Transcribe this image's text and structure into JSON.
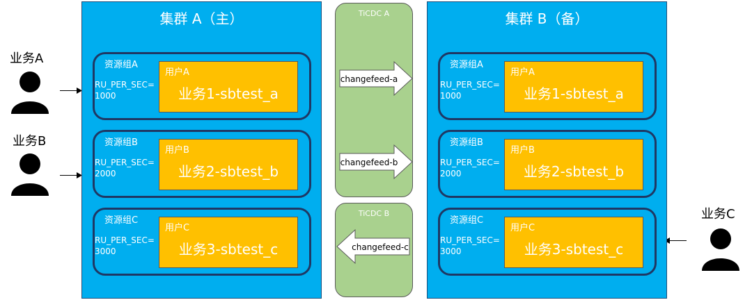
{
  "clusters": {
    "a": {
      "title": "集群 A（主）",
      "groups": [
        {
          "name": "资源组A",
          "ru_label": "RU_PER_SEC=",
          "ru_value": "1000",
          "user": "用户A",
          "business": "业务1-sbtest_a"
        },
        {
          "name": "资源组B",
          "ru_label": "RU_PER_SEC=",
          "ru_value": "2000",
          "user": "用户B",
          "business": "业务2-sbtest_b"
        },
        {
          "name": "资源组C",
          "ru_label": "RU_PER_SEC=",
          "ru_value": "3000",
          "user": "用户C",
          "business": "业务3-sbtest_c"
        }
      ]
    },
    "b": {
      "title": "集群 B（备）",
      "groups": [
        {
          "name": "资源组A",
          "ru_label": "RU_PER_SEC=",
          "ru_value": "1000",
          "user": "用户A",
          "business": "业务1-sbtest_a"
        },
        {
          "name": "资源组B",
          "ru_label": "RU_PER_SEC=",
          "ru_value": "2000",
          "user": "用户B",
          "business": "业务2-sbtest_b"
        },
        {
          "name": "资源组C",
          "ru_label": "RU_PER_SEC=",
          "ru_value": "3000",
          "user": "用户C",
          "business": "业务3-sbtest_c"
        }
      ]
    }
  },
  "ticdc": {
    "a": {
      "title": "TiCDC A",
      "feeds": [
        "changefeed-a",
        "changefeed-b"
      ]
    },
    "b": {
      "title": "TiCDC B",
      "feeds": [
        "changefeed-c"
      ]
    }
  },
  "businesses": [
    "业务A",
    "业务B",
    "业务C"
  ],
  "colors": {
    "cluster": "#00aeef",
    "resource_group_border": "#1f3864",
    "user_box": "#ffc000",
    "ticdc": "#a9d18e",
    "person": "#000000"
  }
}
